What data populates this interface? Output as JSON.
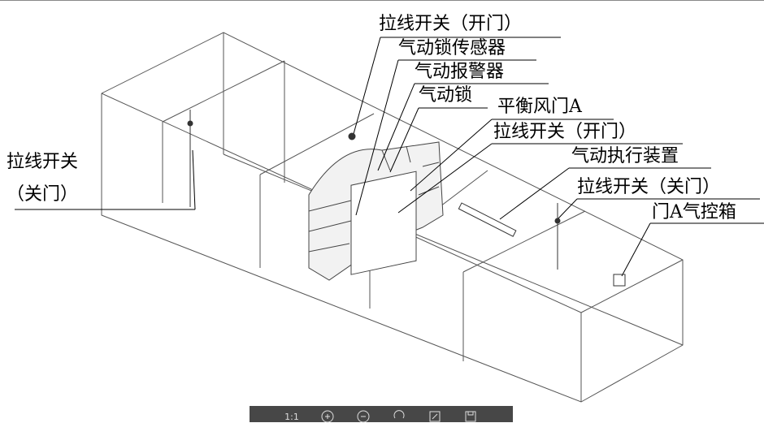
{
  "labels": {
    "pull_switch_open_top": "拉线开关（开门）",
    "pneumatic_lock_sensor": "气动锁传感器",
    "pneumatic_alarm": "气动报警器",
    "pneumatic_lock": "气动锁",
    "balance_door_a": "平衡风门A",
    "pull_switch_open": "拉线开关（开门）",
    "pneumatic_actuator": "气动执行装置",
    "pull_switch_close_right": "拉线开关（关门）",
    "door_a_control_box": "门A气控箱",
    "pull_switch_close_left_1": "拉线开关",
    "pull_switch_close_left_2": "（关门）"
  },
  "toolbar": {
    "actual_size": "1:1",
    "icons": [
      "zoom-in-icon",
      "zoom-out-icon",
      "rotate-icon",
      "edit-icon",
      "save-icon"
    ]
  }
}
